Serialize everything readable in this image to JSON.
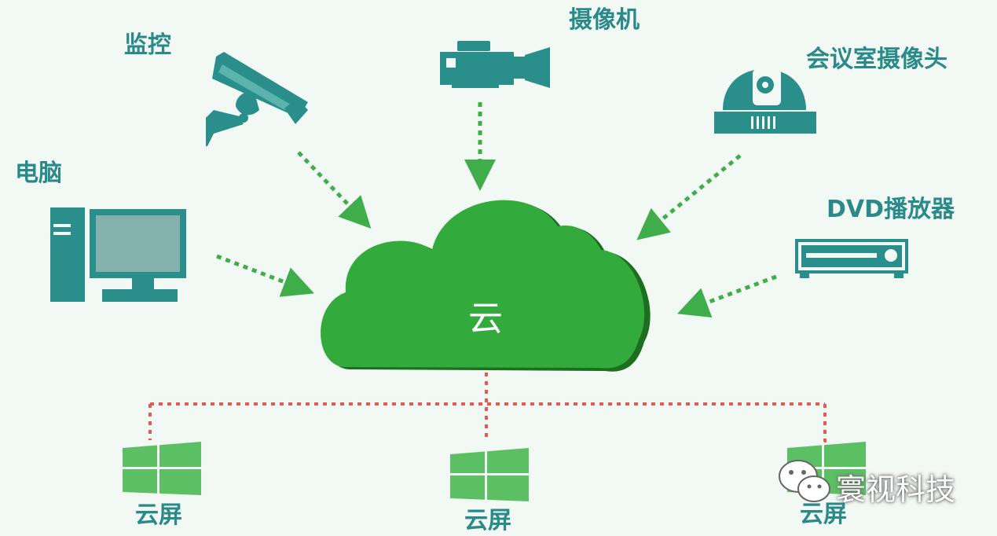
{
  "cloud": {
    "label": "云"
  },
  "sources": [
    {
      "id": "surveillance",
      "label": "监控",
      "icon": "cctv-camera-icon"
    },
    {
      "id": "camcorder",
      "label": "摄像机",
      "icon": "video-camera-icon"
    },
    {
      "id": "conference-camera",
      "label": "会议室摄像头",
      "icon": "dome-camera-icon"
    },
    {
      "id": "computer",
      "label": "电脑",
      "icon": "desktop-computer-icon"
    },
    {
      "id": "dvd-player",
      "label": "DVD播放器",
      "icon": "dvd-player-icon"
    }
  ],
  "screens": [
    {
      "label": "云屏",
      "icon": "windows-logo-icon"
    },
    {
      "label": "云屏",
      "icon": "windows-logo-icon"
    },
    {
      "label": "云屏",
      "icon": "windows-logo-icon"
    }
  ],
  "watermark": {
    "text": "寰视科技",
    "icon": "wechat-icon"
  },
  "colors": {
    "background": "#f2f8f3",
    "device_teal": "#2a8f8a",
    "cloud_green": "#33aa3c",
    "cloud_shadow": "#1e6e1f",
    "input_arrow": "#3fae4a",
    "output_line": "#e25a55",
    "windows_green": "#5cbf63",
    "label_teal": "#2a8a8a"
  }
}
